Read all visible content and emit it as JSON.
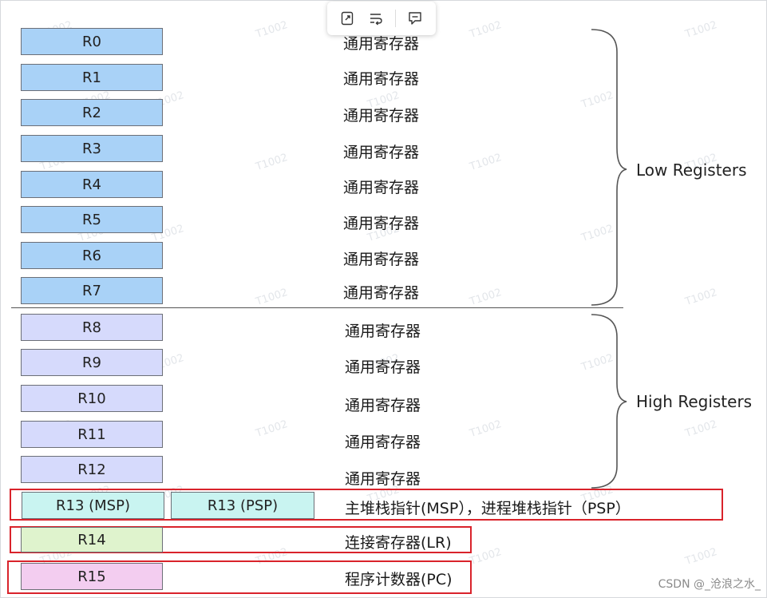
{
  "registers": {
    "low": [
      {
        "name": "R0",
        "desc": "通用寄存器"
      },
      {
        "name": "R1",
        "desc": "通用寄存器"
      },
      {
        "name": "R2",
        "desc": "通用寄存器"
      },
      {
        "name": "R3",
        "desc": "通用寄存器"
      },
      {
        "name": "R4",
        "desc": "通用寄存器"
      },
      {
        "name": "R5",
        "desc": "通用寄存器"
      },
      {
        "name": "R6",
        "desc": "通用寄存器"
      },
      {
        "name": "R7",
        "desc": "通用寄存器"
      }
    ],
    "high": [
      {
        "name": "R8",
        "desc": "通用寄存器"
      },
      {
        "name": "R9",
        "desc": "通用寄存器"
      },
      {
        "name": "R10",
        "desc": "通用寄存器"
      },
      {
        "name": "R11",
        "desc": "通用寄存器"
      },
      {
        "name": "R12",
        "desc": "通用寄存器"
      }
    ],
    "special": {
      "r13_msp": "R13 (MSP)",
      "r13_psp": "R13 (PSP)",
      "r13_desc": "主堆栈指针(MSP），进程堆栈指针（PSP）",
      "r14": "R14",
      "r14_desc": "连接寄存器(LR)",
      "r15": "R15",
      "r15_desc": "程序计数器(PC)"
    }
  },
  "labels": {
    "low": "Low Registers",
    "high": "High Registers"
  },
  "watermark": "T1002",
  "credit": "CSDN @_沧浪之水_",
  "colors": {
    "low_fill": "#a9d2f7",
    "high_fill": "#d6dafc",
    "r13_fill": "#c9f4f1",
    "r14_fill": "#dff3cd",
    "r15_fill": "#f3cdf0",
    "highlight": "#d9232b"
  },
  "toolbar": {
    "icons": [
      "link-icon",
      "wrap-text-icon",
      "comment-icon"
    ]
  }
}
